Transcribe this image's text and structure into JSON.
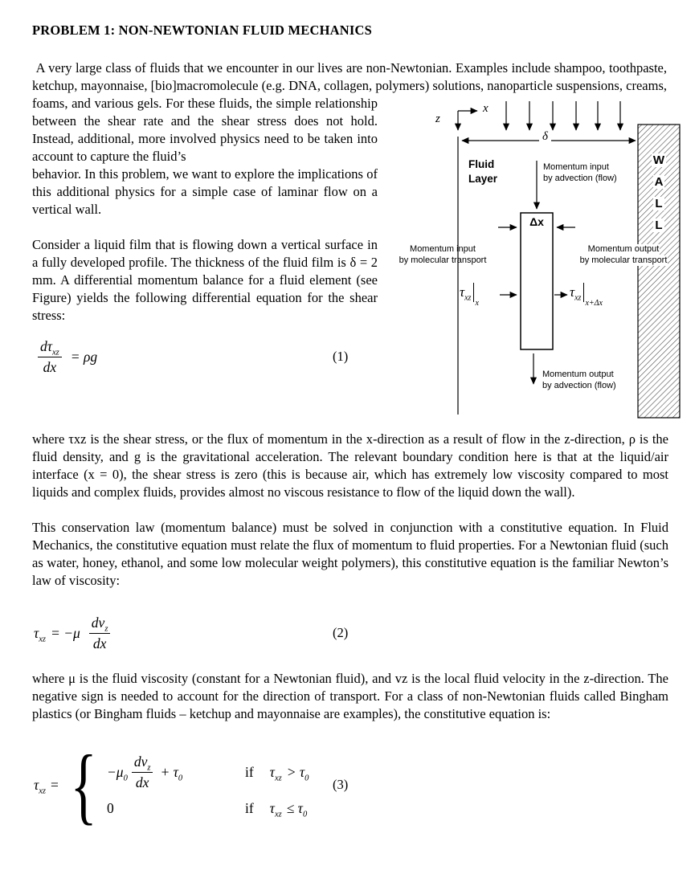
{
  "title": "PROBLEM 1: NON-NEWTONIAN FLUID MECHANICS",
  "paragraphs": {
    "p1": " A very large class of fluids that we encounter in our lives are non-Newtonian. Examples include shampoo, toothpaste, ketchup, mayonnaise, [bio]macromolecule (e.g. DNA, collagen, polymers) solutions, nanoparticle suspensions, creams, foams, and various gels. For these fluids, the simple relationship between the shear rate and the shear stress does not hold. Instead, additional, more involved physics need to be taken into account to capture the fluid’s",
    "p1b": "behavior. In this problem, we want to explore the implications of this additional physics for a simple case of laminar flow on a vertical wall.",
    "p2": "Consider a liquid film that is flowing down a vertical surface in a fully developed profile. The thickness of the fluid film is δ = 2 mm. A differential momentum balance for a fluid element (see Figure) yields the following differential equation for the shear stress:",
    "p3": "where τxz is the shear stress, or the flux of momentum in the x-direction as a result of flow in the z-direction, ρ is the fluid density, and g is the gravitational acceleration. The relevant boundary condition here is that at the liquid/air interface (x = 0), the shear stress is zero (this is because air, which has extremely low viscosity compared to most liquids and complex fluids, provides almost no viscous resistance to flow of the liquid down the wall).",
    "p4": "This conservation law (momentum balance) must be solved in conjunction with a constitutive equation. In Fluid Mechanics, the constitutive equation must relate the flux of momentum to fluid properties. For a Newtonian fluid (such as water, honey, ethanol, and some low molecular weight polymers), this constitutive equation is the familiar Newton’s law of viscosity:",
    "p5": "where μ is the fluid viscosity (constant for a Newtonian fluid), and vz is the local fluid velocity in the z-direction. The negative sign is needed to account for the direction of transport. For a class of non-Newtonian fluids called Bingham plastics (or Bingham fluids – ketchup and mayonnaise are examples), the constitutive equation is:"
  },
  "equations": {
    "eq1": {
      "d_tau": "dτ",
      "tau_sub": "xz",
      "denominator": "dx",
      "rhs": "= ρg",
      "label": "(1)"
    },
    "eq2": {
      "lhs": "τ",
      "lhs_sub": "xz",
      "mid": "= −μ",
      "num": "dv",
      "num_sub": "z",
      "den": "dx",
      "label": "(2)"
    },
    "eq3": {
      "lhs": "τ",
      "lhs_sub": "xz",
      "equals": "=",
      "brace": "{",
      "case1_coeff": "−μ",
      "case1_coeff_sub": "0",
      "case1_num": "dv",
      "case1_num_sub": "z",
      "case1_den": "dx",
      "case1_plus": "+ τ",
      "case1_plus_sub": "0",
      "case1_if": "if",
      "case1_cond": "τ",
      "case1_cond_sub": "xz",
      "case1_op": "> τ",
      "case1_op_sub": "0",
      "case2_value": "0",
      "case2_if": "if",
      "case2_cond": "τ",
      "case2_cond_sub": "xz",
      "case2_op": "≤ τ",
      "case2_op_sub": "0",
      "label": "(3)"
    }
  },
  "figure": {
    "x_axis_label": "x",
    "z_axis_label": "z",
    "delta_label": "δ",
    "fluid_layer_line1": "Fluid",
    "fluid_layer_line2": "Layer",
    "wall_letters": [
      "W",
      "A",
      "L",
      "L"
    ],
    "momentum_input_advection_line1": "Momentum input",
    "momentum_input_advection_line2": "by advection (flow)",
    "delta_x_label": "Δx",
    "momentum_input_molecular_line1": "Momentum input",
    "momentum_input_molecular_line2": "by molecular transport",
    "momentum_output_molecular_line1": "Momentum output",
    "momentum_output_molecular_line2": "by molecular transport",
    "tau_left": {
      "main": "τ",
      "sub": "xz",
      "eval_sub": "x"
    },
    "tau_right": {
      "main": "τ",
      "sub": "xz",
      "eval_sub": "x+Δx"
    },
    "momentum_output_advection_line1": "Momentum output",
    "momentum_output_advection_line2": "by advection (flow)"
  }
}
